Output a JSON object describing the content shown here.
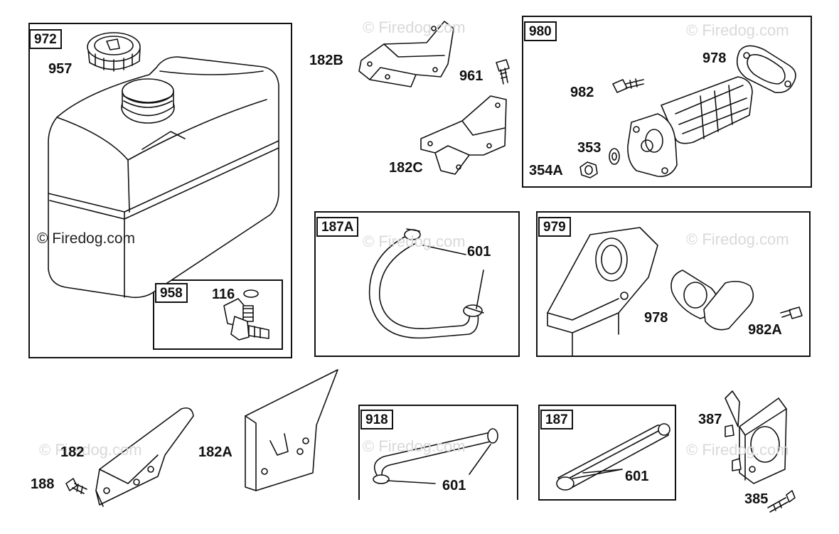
{
  "watermarks": {
    "main": "© Firedog.com",
    "faint": "© Firedog.com"
  },
  "boxes": {
    "b972": "972",
    "b958": "958",
    "b980": "980",
    "b187A": "187A",
    "b979": "979",
    "b918": "918",
    "b187": "187"
  },
  "parts": {
    "p957": "957",
    "p116": "116",
    "p182B": "182B",
    "p961": "961",
    "p182C": "182C",
    "p978a": "978",
    "p982": "982",
    "p353": "353",
    "p354A": "354A",
    "p601a": "601",
    "p978b": "978",
    "p982A": "982A",
    "p182": "182",
    "p188": "188",
    "p182A": "182A",
    "p601b": "601",
    "p601c": "601",
    "p387": "387",
    "p385": "385"
  }
}
